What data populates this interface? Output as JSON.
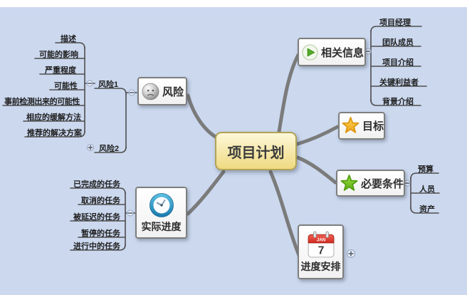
{
  "canvas": {
    "background_color": "#cbd8ee",
    "frame_color": "#ffffff",
    "branch_line_color": "#7b7b7b",
    "child_line_color": "#4f4f4f"
  },
  "center": {
    "label": "项目计划",
    "fill_color": "#f6e9a5",
    "border_color": "#b2a355"
  },
  "branches": {
    "risk": {
      "label": "风险",
      "icon": "gray-ball-icon",
      "subtopics": {
        "risk1": {
          "label": "风险1",
          "collapse": "minus",
          "children": [
            "描述",
            "可能的影响",
            "严重程度",
            "可能性",
            "事前检测出来的可能性",
            "相应的缓解方法",
            "推荐的解决方案"
          ]
        },
        "risk2": {
          "label": "风险2",
          "collapse": "plus"
        }
      }
    },
    "info": {
      "label": "相关信息",
      "icon": "play-icon",
      "accent_color": "#53ad27",
      "children": [
        "项目经理",
        "团队成员",
        "项目介绍",
        "关键利益者",
        "背景介绍"
      ]
    },
    "goal": {
      "label": "目标",
      "icon": "yellow-star-icon",
      "accent_color": "#f7c02e"
    },
    "requirements": {
      "label": "必要条件",
      "icon": "green-star-icon",
      "accent_color": "#7ecb28",
      "children": [
        "预算",
        "人员",
        "资产"
      ]
    },
    "schedule": {
      "label": "进度安排",
      "icon": "calendar-icon",
      "collapse": "plus",
      "calendar": {
        "month": "JAN",
        "day": "7"
      },
      "accent_color": "#d93a2b"
    },
    "progress": {
      "label": "实际进度",
      "icon": "clock-icon",
      "accent_color": "#2d9fcd",
      "children": [
        "已完成的任务",
        "取消的任务",
        "被延迟的任务",
        "暂停的任务",
        "进行中的任务"
      ]
    }
  }
}
